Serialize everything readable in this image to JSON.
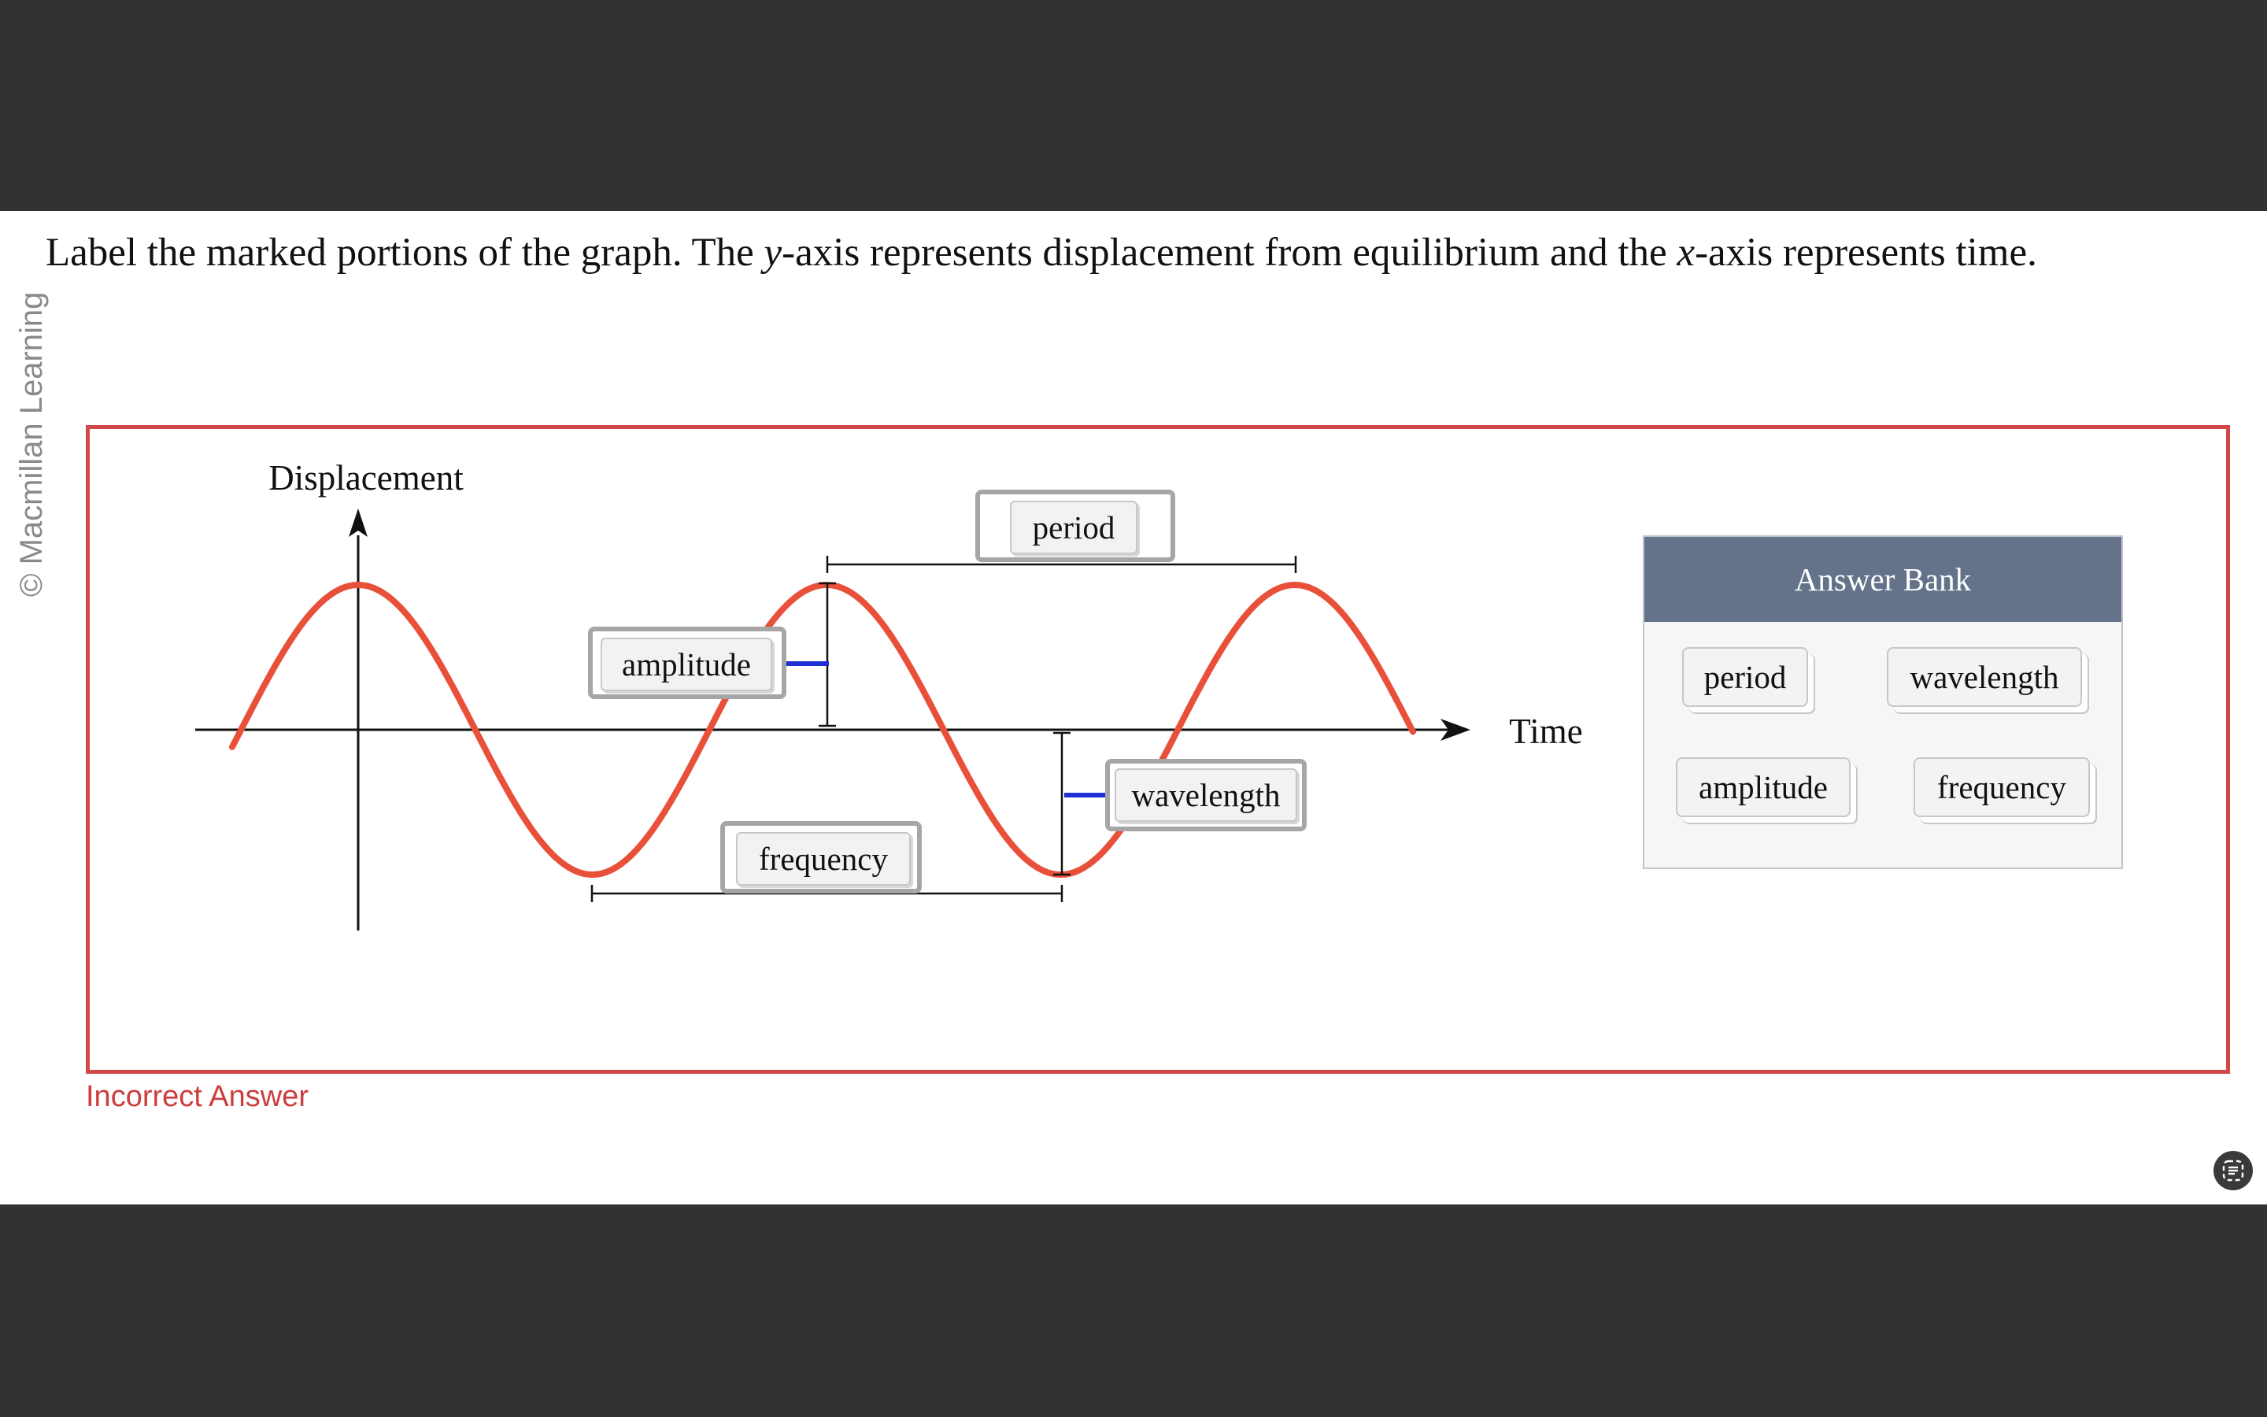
{
  "watermark": "© Macmillan Learning",
  "question": {
    "part1": "Label the marked portions of the graph. The ",
    "y_var": "y",
    "part2": "-axis represents displacement from equilibrium and the ",
    "x_var": "x",
    "part3": "-axis represents time."
  },
  "diagram": {
    "y_axis_label": "Displacement",
    "x_axis_label": "Time",
    "wave_color": "#e8503a",
    "leader_color": "#1f2fd6",
    "placed_labels": {
      "top": "period",
      "left": "amplitude",
      "right": "wavelength",
      "bottom": "frequency"
    }
  },
  "answer_bank": {
    "title": "Answer Bank",
    "items": [
      "period",
      "wavelength",
      "amplitude",
      "frequency"
    ]
  },
  "feedback": "Incorrect Answer",
  "colors": {
    "panel_border": "#d04848",
    "bank_header": "#647389",
    "feedback": "#cd3d3d"
  }
}
